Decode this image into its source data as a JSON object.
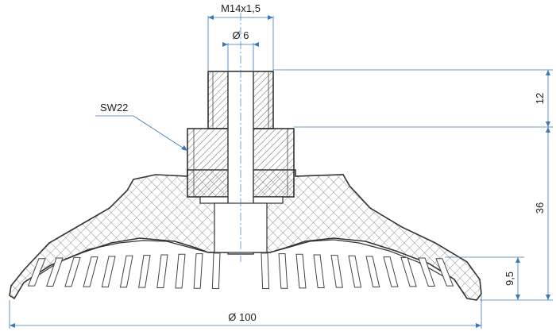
{
  "dimensions": {
    "thread": "M14x1,5",
    "bore": "Ø 6",
    "wrench": "SW22",
    "thread_length": "12",
    "height": "36",
    "lip_height": "9,5",
    "diameter": "Ø 100"
  },
  "colors": {
    "dimension_line": "#3a78b8",
    "outline": "#333333",
    "hatch": "#555555"
  }
}
